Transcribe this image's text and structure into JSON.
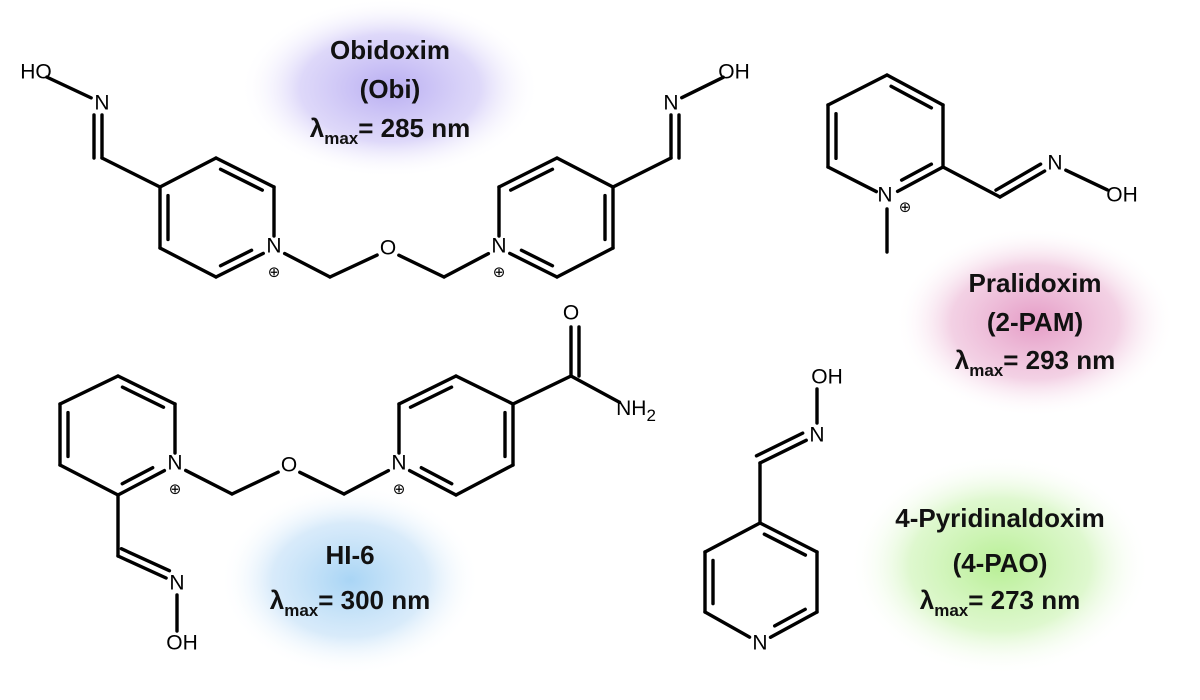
{
  "atoms": {
    "N": "N",
    "O": "O",
    "HO": "HO",
    "OH": "OH",
    "NH": "NH",
    "sub2": "2",
    "plus": "⊕"
  },
  "lambda": {
    "symbol": "λ",
    "sub": "max"
  },
  "compounds": {
    "obidoxim": {
      "name": "Obidoxim",
      "abbrev": "(Obi)",
      "lambda_value": "= 285 nm",
      "color": "#b9aef2"
    },
    "pralidoxim": {
      "name": "Pralidoxim",
      "abbrev": "(2-PAM)",
      "lambda_value": "= 293 nm",
      "color": "#e59cc6"
    },
    "hi6": {
      "name": "HI-6",
      "lambda_value": "= 300 nm",
      "color": "#a9d5f5"
    },
    "pao": {
      "name": "4-Pyridinaldoxim",
      "abbrev": "(4-PAO)",
      "lambda_value": "= 273 nm",
      "color": "#b8ef95"
    }
  }
}
